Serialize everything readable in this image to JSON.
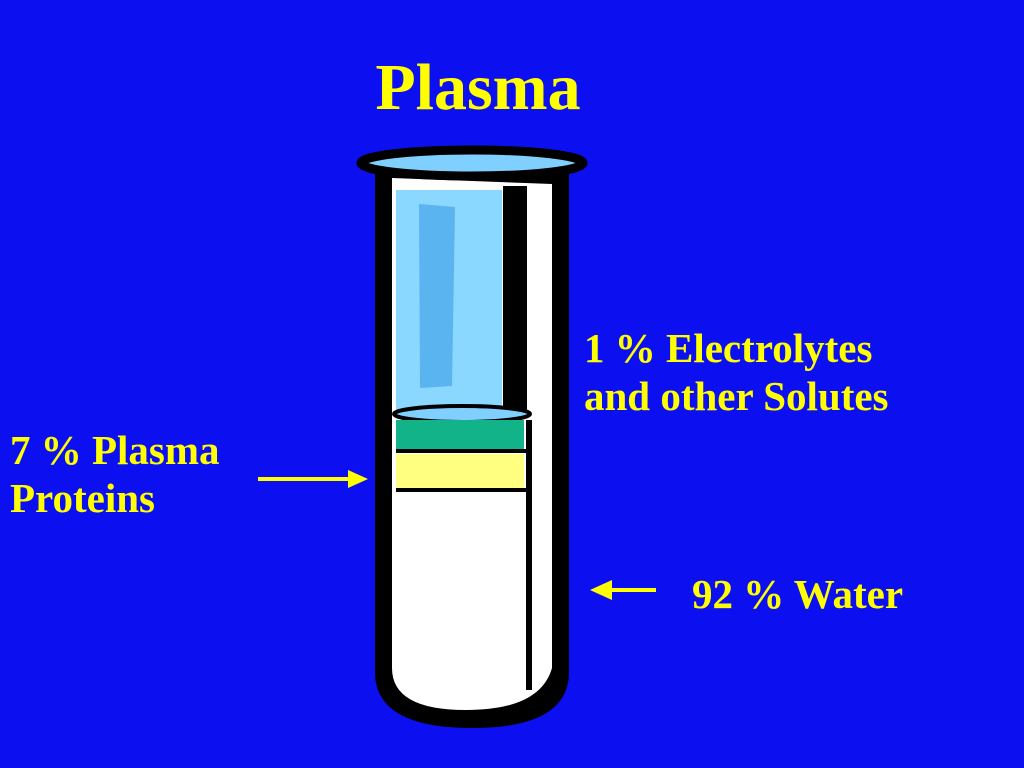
{
  "title": "Plasma",
  "labels": {
    "electrolytes": {
      "line1": "1 % Electrolytes",
      "line2": "and other Solutes"
    },
    "proteins": {
      "line1": "7 % Plasma",
      "line2": "Proteins"
    },
    "water": {
      "line1": "92 % Water"
    }
  },
  "colors": {
    "background": "#0c10f0",
    "text": "#ffff00",
    "arrow": "#ffff00",
    "tube_outline": "#000000",
    "tube_glass": "#ffffff",
    "empty_space": "#8ad8ff",
    "highlight": "#5ab4f0",
    "electrolytes_band": "#13b38a",
    "proteins_band": "#ffff80",
    "water": "#ffffff"
  },
  "composition": [
    {
      "component": "Electrolytes and other Solutes",
      "percent": 1
    },
    {
      "component": "Plasma Proteins",
      "percent": 7
    },
    {
      "component": "Water",
      "percent": 92
    }
  ]
}
